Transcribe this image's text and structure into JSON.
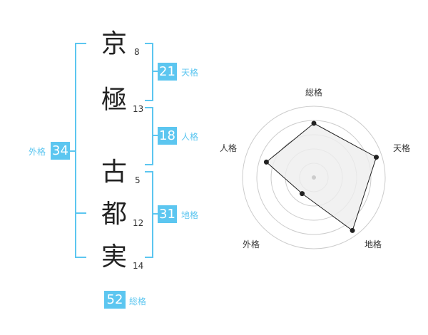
{
  "name": {
    "chars": [
      {
        "char": "京",
        "strokes": "8"
      },
      {
        "char": "極",
        "strokes": "13"
      },
      {
        "char": "古",
        "strokes": "5"
      },
      {
        "char": "都",
        "strokes": "12"
      },
      {
        "char": "実",
        "strokes": "14"
      }
    ]
  },
  "fortune": {
    "tenkaku": {
      "value": "21",
      "label": "天格"
    },
    "jinkaku": {
      "value": "18",
      "label": "人格"
    },
    "chikaku": {
      "value": "31",
      "label": "地格"
    },
    "gaikaku": {
      "value": "34",
      "label": "外格"
    },
    "soukaku": {
      "value": "52",
      "label": "総格"
    }
  },
  "radar": {
    "axes": [
      "総格",
      "天格",
      "地格",
      "外格",
      "人格"
    ],
    "levels": 5,
    "values": [
      3.8,
      4.6,
      4.6,
      1.4,
      3.5
    ]
  },
  "colors": {
    "accent": "#5cc6f0",
    "grid": "#cccccc",
    "fill": "#eeeeee",
    "line": "#222222"
  }
}
